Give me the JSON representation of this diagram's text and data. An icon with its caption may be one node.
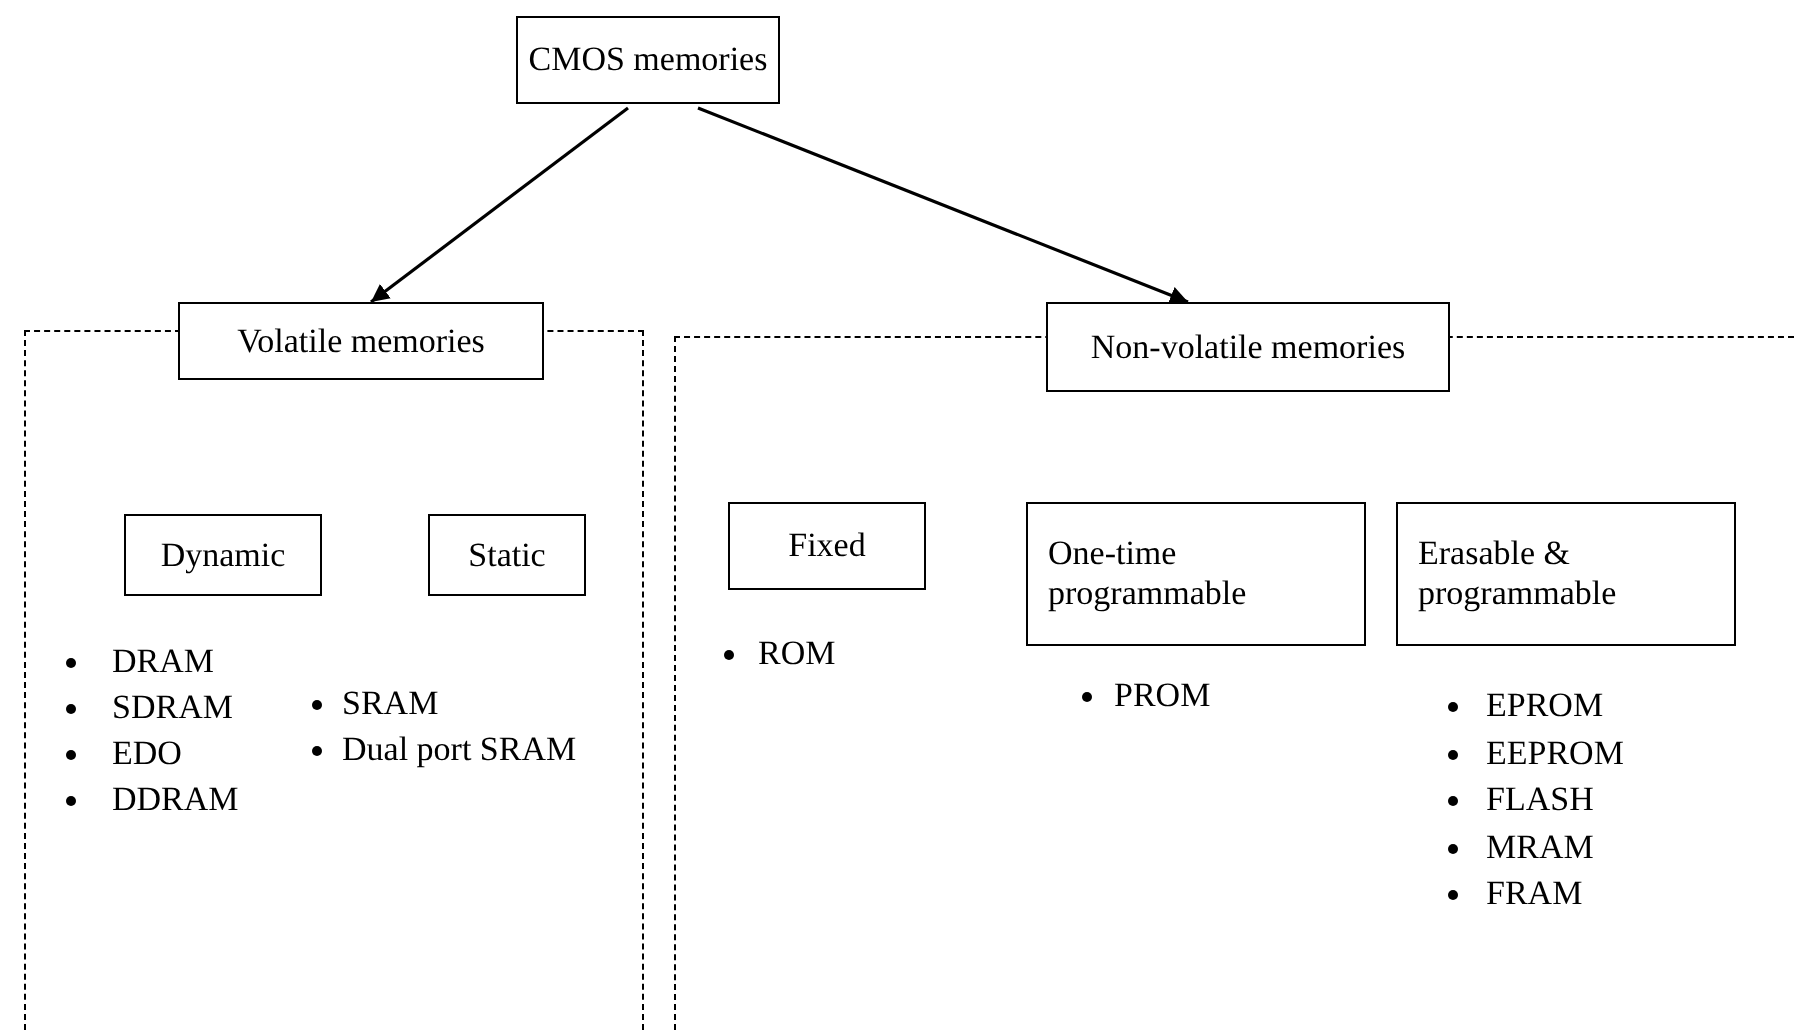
{
  "diagram": {
    "nodes": [
      {
        "text": [
          "CMOS memories"
        ]
      },
      {
        "text": [],
        "shape": "box"
      },
      {
        "text": [
          "Volatile memories"
        ]
      },
      {
        "text": [
          "Dynamic"
        ],
        "in": 1,
        "beside": [
          "DRAM",
          "SDRAM",
          "EDO",
          "DDRAM"
        ]
      },
      {
        "text": [
          "Static"
        ],
        "in": 1,
        "beside": [
          "SRAM",
          "Dual port SRAM"
        ]
      },
      {
        "text": [],
        "shape": "box"
      },
      {
        "text": [
          "Non-volatile memories"
        ]
      },
      {
        "text": [
          "Fixed"
        ],
        "in": 5,
        "beside": [
          "ROM"
        ]
      },
      {
        "text": [
          "One-time programmable"
        ],
        "in": 5,
        "beside": [
          "PROM"
        ]
      },
      {
        "text": [
          "Erasable & programmable"
        ],
        "in": 5,
        "beside": [
          "EPROM",
          "EEPROM",
          "FLASH",
          "MRAM",
          "FRAM"
        ]
      }
    ],
    "edges": [
      {
        "from": 0,
        "to": 2,
        "arrow": "to"
      },
      {
        "from": 0,
        "to": 6,
        "arrow": "to"
      }
    ]
  }
}
